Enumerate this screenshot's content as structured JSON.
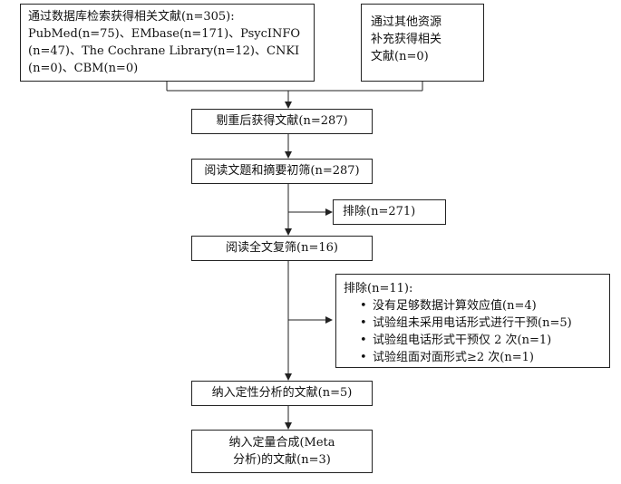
{
  "boxes": {
    "search": {
      "line1": "通过数据库检索获得相关文献(n=305):",
      "line2": "PubMed(n=75)、EMbase(n=171)、PsycINFO",
      "line3": "(n=47)、The Cochrane Library(n=12)、CNKI",
      "line4": "(n=0)、CBM(n=0)"
    },
    "other": {
      "line1": "通过其他资源",
      "line2": "补充获得相关",
      "line3": "文献(n=0)"
    },
    "dedup": "剔重后获得文献(n=287)",
    "screen_title": "阅读文题和摘要初筛(n=287)",
    "exclude1": "排除(n=271)",
    "fulltext": "阅读全文复筛(n=16)",
    "exclude2": {
      "title": "排除(n=11):",
      "items": [
        "没有足够数据计算效应值(n=4)",
        "试验组未采用电话形式进行干预(n=5)",
        "试验组电话形式干预仅 2 次(n=1)",
        "试验组面对面形式≥2 次(n=1)"
      ]
    },
    "qualitative": "纳入定性分析的文献(n=5)",
    "quantitative": {
      "line1": "纳入定量合成(Meta",
      "line2": "分析)的文献(n=3)"
    }
  }
}
